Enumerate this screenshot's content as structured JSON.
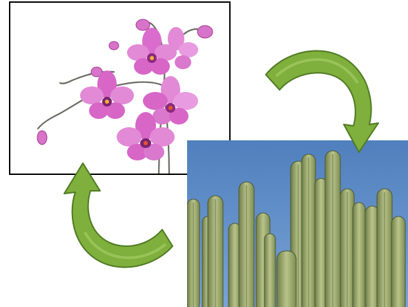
{
  "images": [
    {
      "id": "orchid",
      "subject": "orchid-illustration",
      "colors": {
        "petal": "#d766c7",
        "petal_dark": "#b0379e",
        "stem": "#6b6b66",
        "border": "#000000"
      }
    },
    {
      "id": "cactus",
      "subject": "cactus-photo",
      "colors": {
        "sky": "#5f8dc7",
        "cactus": "#a8b57a",
        "cactus_dark": "#6f7d48"
      }
    }
  ],
  "arrows": [
    {
      "id": "arrow-orchid-to-cactus",
      "direction": "clockwise-down",
      "color": "#7faf3c",
      "outline": "#4f7a22"
    },
    {
      "id": "arrow-cactus-to-orchid",
      "direction": "clockwise-up",
      "color": "#7faf3c",
      "outline": "#4f7a22"
    }
  ]
}
